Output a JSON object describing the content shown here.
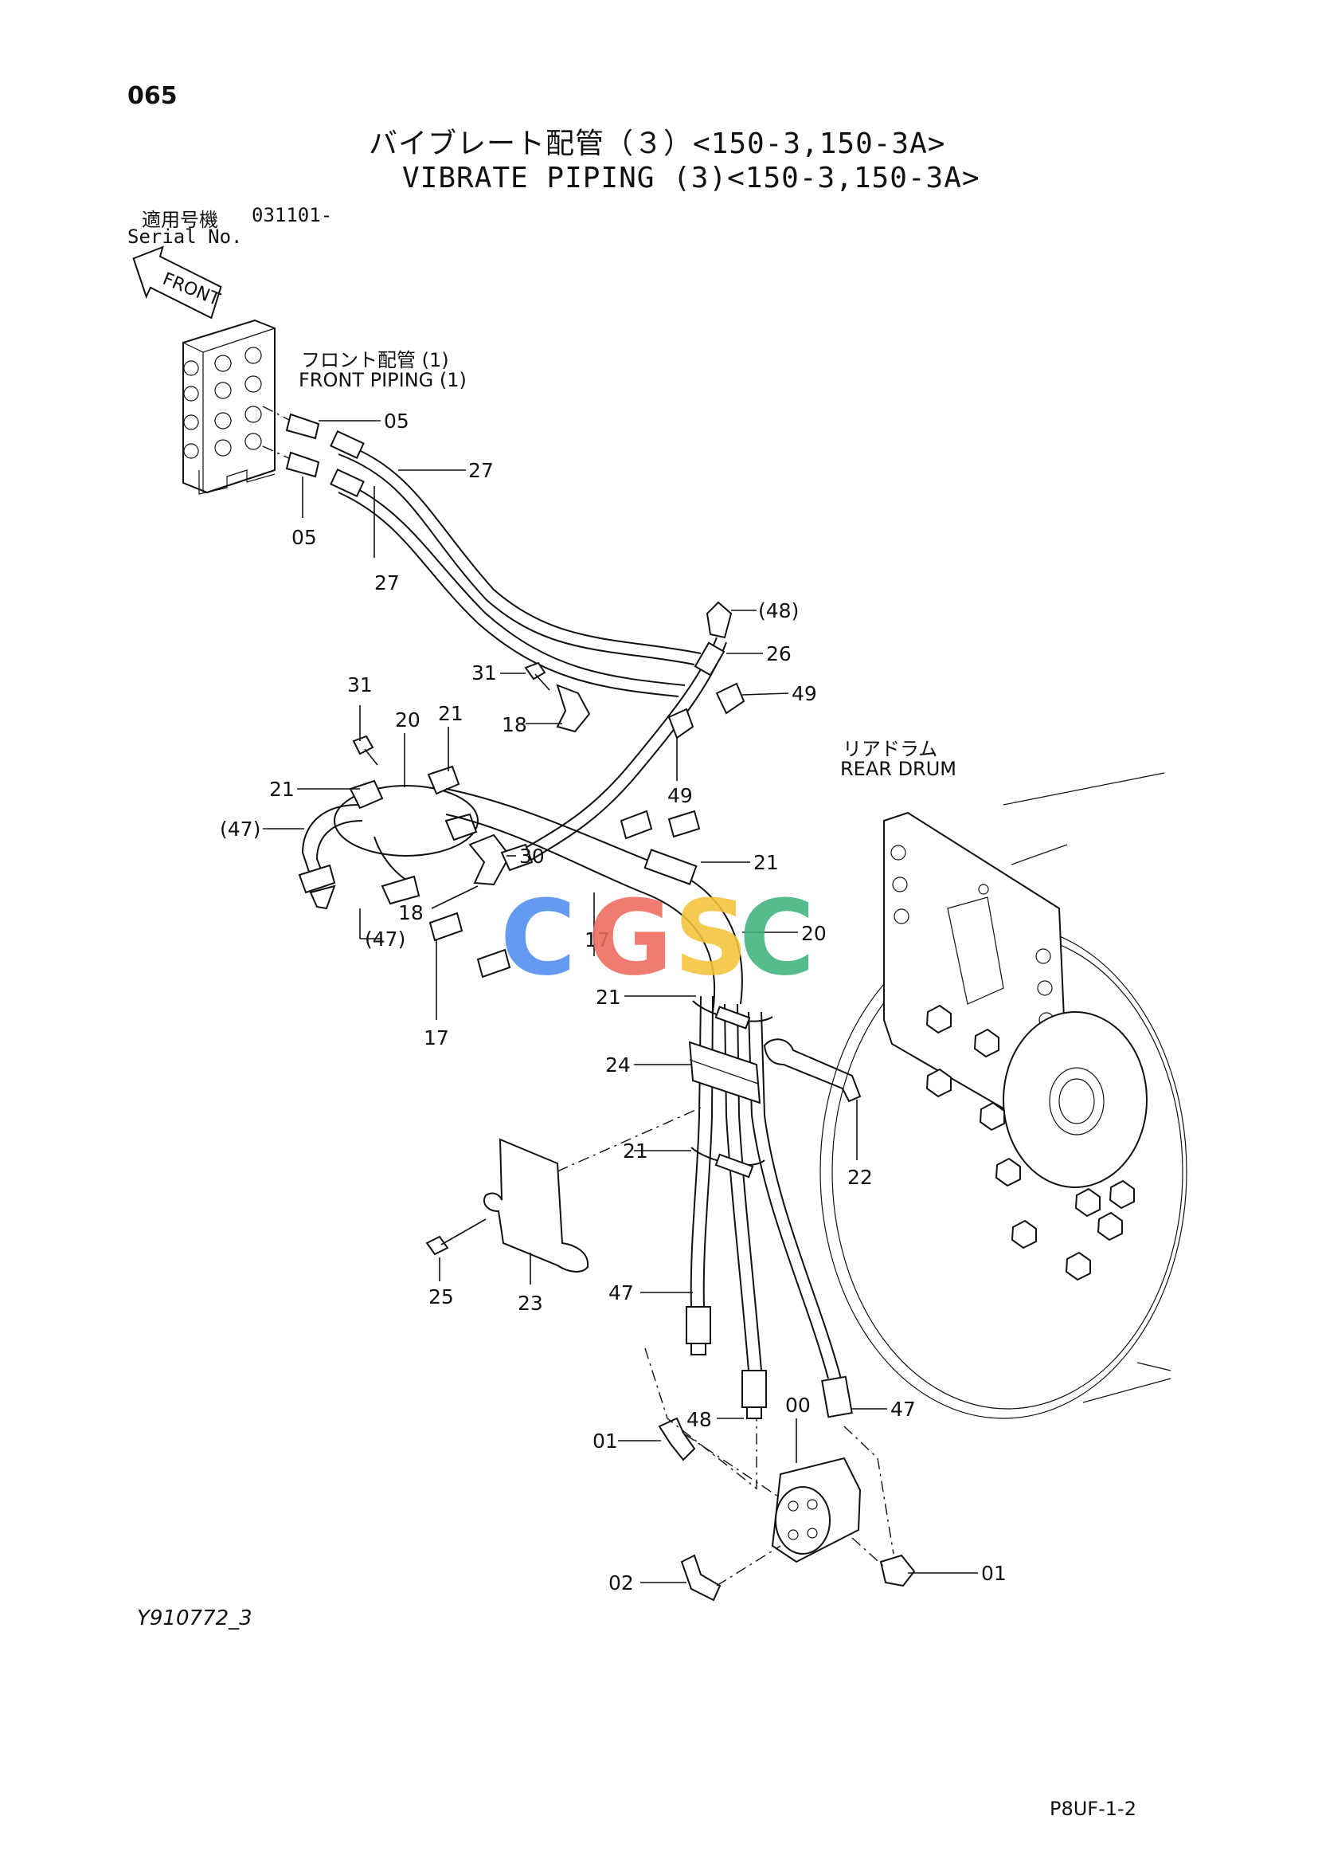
{
  "page_number": "065",
  "title_jp": "バイブレート配管（３）<150-3,150-3A>",
  "title_en": "VIBRATE PIPING (3)<150-3,150-3A>",
  "serial": {
    "label_jp": "適用号機",
    "value": "031101-",
    "label_en": "Serial No."
  },
  "front_arrow": "FRONT",
  "ref_front_piping": {
    "jp": "フロント配管 (1)",
    "en": "FRONT PIPING (1)"
  },
  "ref_rear_drum": {
    "jp": "リアドラム",
    "en": "REAR DRUM"
  },
  "drawing_code": "Y910772_3",
  "footer_code": "P8UF-1-2",
  "watermark": {
    "text": "CGSC",
    "letters": [
      "C",
      "G",
      "S",
      "C"
    ],
    "colors": [
      "#4f8ef0",
      "#ef6a5e",
      "#f4c33a",
      "#3fb37f"
    ]
  },
  "part_labels": {
    "05a": "05",
    "05b": "05",
    "27a": "27",
    "27b": "27",
    "48a": "(48)",
    "26": "26",
    "49a": "49",
    "49b": "49",
    "31a": "31",
    "31b": "31",
    "18a": "18",
    "18b": "18",
    "20a": "20",
    "20b": "20",
    "21a": "21",
    "21b": "21",
    "21c": "21",
    "21d": "21",
    "21e": "21",
    "47a": "(47)",
    "47b": "(47)",
    "47c": "47",
    "47d": "47",
    "30": "30",
    "17a": "17",
    "17b": "17",
    "24": "24",
    "22": "22",
    "23": "23",
    "25": "25",
    "48b": "48",
    "00": "00",
    "01a": "01",
    "01b": "01",
    "02": "02"
  }
}
